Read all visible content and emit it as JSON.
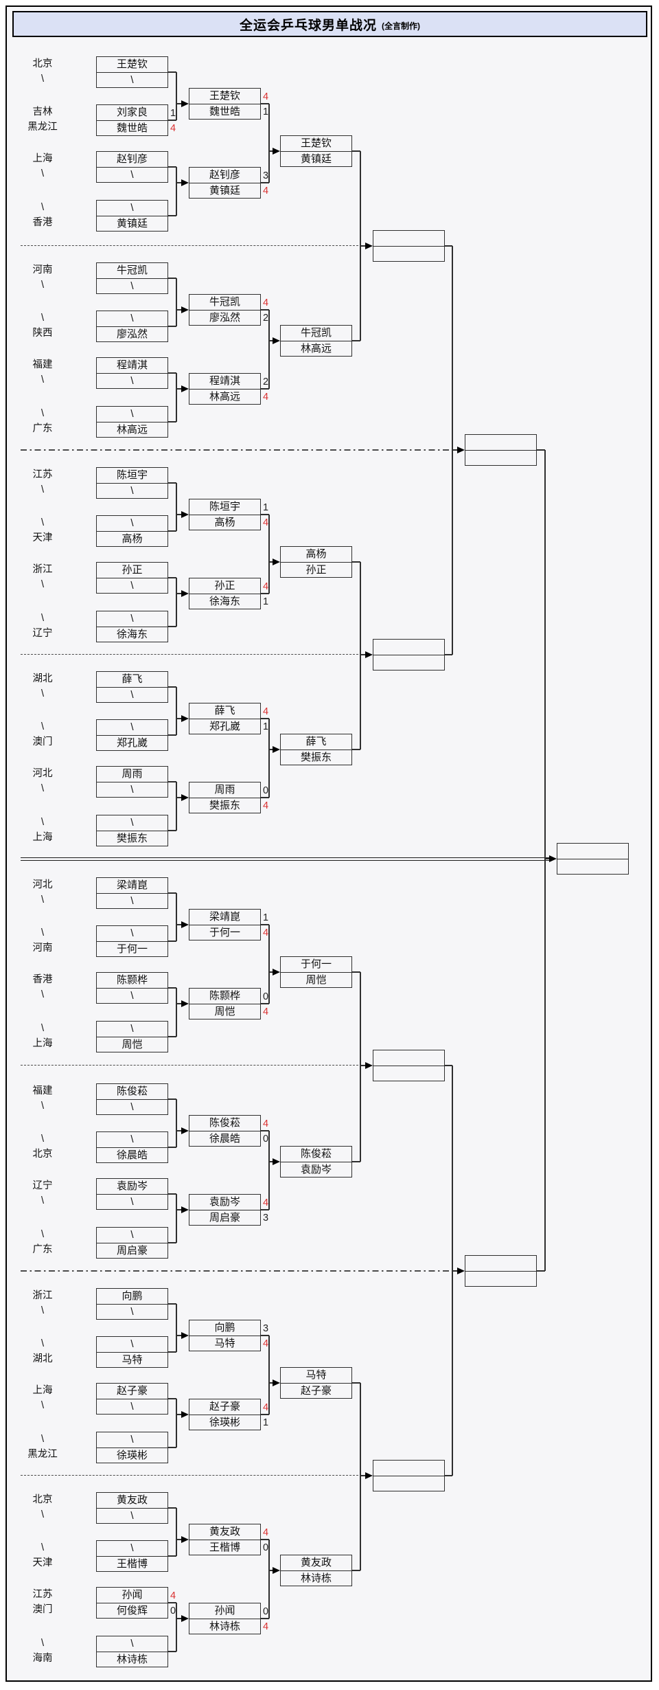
{
  "title": {
    "main": "全运会乒乓球男单战况",
    "credit": "(全言制作)"
  },
  "colors": {
    "win_score": "#d93030",
    "text": "#111111",
    "title_bg": "#dbe1f5",
    "line": "#2e2e2e"
  },
  "sections": [
    {
      "round1": [
        {
          "rows": [
            {
              "province": "北京",
              "name": "王楚钦"
            },
            {
              "province": "\\",
              "name": "\\"
            }
          ]
        },
        {
          "rows": [
            {
              "province": "吉林",
              "name": "刘家良",
              "score": "1"
            },
            {
              "province": "黑龙江",
              "name": "魏世皓",
              "score": "4"
            }
          ]
        },
        {
          "rows": [
            {
              "province": "上海",
              "name": "赵钊彦"
            },
            {
              "province": "\\",
              "name": "\\"
            }
          ]
        },
        {
          "rows": [
            {
              "province": "\\",
              "name": "\\"
            },
            {
              "province": "香港",
              "name": "黄镇廷"
            }
          ]
        }
      ],
      "round2": [
        {
          "rows": [
            {
              "name": "王楚钦",
              "score": "4"
            },
            {
              "name": "魏世皓",
              "score": "1"
            }
          ]
        },
        {
          "rows": [
            {
              "name": "赵钊彦",
              "score": "3"
            },
            {
              "name": "黄镇廷",
              "score": "4"
            }
          ]
        }
      ],
      "round3": {
        "rows": [
          {
            "name": "王楚钦"
          },
          {
            "name": "黄镇廷"
          }
        ]
      }
    },
    {
      "round1": [
        {
          "rows": [
            {
              "province": "河南",
              "name": "牛冠凯"
            },
            {
              "province": "\\",
              "name": "\\"
            }
          ]
        },
        {
          "rows": [
            {
              "province": "\\",
              "name": "\\"
            },
            {
              "province": "陕西",
              "name": "廖泓然"
            }
          ]
        },
        {
          "rows": [
            {
              "province": "福建",
              "name": "程靖淇"
            },
            {
              "province": "\\",
              "name": "\\"
            }
          ]
        },
        {
          "rows": [
            {
              "province": "\\",
              "name": "\\"
            },
            {
              "province": "广东",
              "name": "林高远"
            }
          ]
        }
      ],
      "round2": [
        {
          "rows": [
            {
              "name": "牛冠凯",
              "score": "4"
            },
            {
              "name": "廖泓然",
              "score": "2"
            }
          ]
        },
        {
          "rows": [
            {
              "name": "程靖淇",
              "score": "2"
            },
            {
              "name": "林高远",
              "score": "4"
            }
          ]
        }
      ],
      "round3": {
        "rows": [
          {
            "name": "牛冠凯"
          },
          {
            "name": "林高远"
          }
        ]
      }
    },
    {
      "round1": [
        {
          "rows": [
            {
              "province": "江苏",
              "name": "陈垣宇"
            },
            {
              "province": "\\",
              "name": "\\"
            }
          ]
        },
        {
          "rows": [
            {
              "province": "\\",
              "name": "\\"
            },
            {
              "province": "天津",
              "name": "高杨"
            }
          ]
        },
        {
          "rows": [
            {
              "province": "浙江",
              "name": "孙正"
            },
            {
              "province": "\\",
              "name": "\\"
            }
          ]
        },
        {
          "rows": [
            {
              "province": "\\",
              "name": "\\"
            },
            {
              "province": "辽宁",
              "name": "徐海东"
            }
          ]
        }
      ],
      "round2": [
        {
          "rows": [
            {
              "name": "陈垣宇",
              "score": "1"
            },
            {
              "name": "高杨",
              "score": "4"
            }
          ]
        },
        {
          "rows": [
            {
              "name": "孙正",
              "score": "4"
            },
            {
              "name": "徐海东",
              "score": "1"
            }
          ]
        }
      ],
      "round3": {
        "rows": [
          {
            "name": "高杨"
          },
          {
            "name": "孙正"
          }
        ]
      }
    },
    {
      "round1": [
        {
          "rows": [
            {
              "province": "湖北",
              "name": "薛飞"
            },
            {
              "province": "\\",
              "name": "\\"
            }
          ]
        },
        {
          "rows": [
            {
              "province": "\\",
              "name": "\\"
            },
            {
              "province": "澳门",
              "name": "郑孔崴"
            }
          ]
        },
        {
          "rows": [
            {
              "province": "河北",
              "name": "周雨"
            },
            {
              "province": "\\",
              "name": "\\"
            }
          ]
        },
        {
          "rows": [
            {
              "province": "\\",
              "name": "\\"
            },
            {
              "province": "上海",
              "name": "樊振东"
            }
          ]
        }
      ],
      "round2": [
        {
          "rows": [
            {
              "name": "薛飞",
              "score": "4"
            },
            {
              "name": "郑孔崴",
              "score": "1"
            }
          ]
        },
        {
          "rows": [
            {
              "name": "周雨",
              "score": "0"
            },
            {
              "name": "樊振东",
              "score": "4"
            }
          ]
        }
      ],
      "round3": {
        "rows": [
          {
            "name": "薛飞"
          },
          {
            "name": "樊振东"
          }
        ]
      }
    },
    {
      "round1": [
        {
          "rows": [
            {
              "province": "河北",
              "name": "梁靖崑"
            },
            {
              "province": "\\",
              "name": "\\"
            }
          ]
        },
        {
          "rows": [
            {
              "province": "\\",
              "name": "\\"
            },
            {
              "province": "河南",
              "name": "于何一"
            }
          ]
        },
        {
          "rows": [
            {
              "province": "香港",
              "name": "陈颢桦"
            },
            {
              "province": "\\",
              "name": "\\"
            }
          ]
        },
        {
          "rows": [
            {
              "province": "\\",
              "name": "\\"
            },
            {
              "province": "上海",
              "name": "周恺"
            }
          ]
        }
      ],
      "round2": [
        {
          "rows": [
            {
              "name": "梁靖崑",
              "score": "1"
            },
            {
              "name": "于何一",
              "score": "4"
            }
          ]
        },
        {
          "rows": [
            {
              "name": "陈颢桦",
              "score": "0"
            },
            {
              "name": "周恺",
              "score": "4"
            }
          ]
        }
      ],
      "round3": {
        "rows": [
          {
            "name": "于何一"
          },
          {
            "name": "周恺"
          }
        ]
      }
    },
    {
      "round1": [
        {
          "rows": [
            {
              "province": "福建",
              "name": "陈俊菘"
            },
            {
              "province": "\\",
              "name": "\\"
            }
          ]
        },
        {
          "rows": [
            {
              "province": "\\",
              "name": "\\"
            },
            {
              "province": "北京",
              "name": "徐晨皓"
            }
          ]
        },
        {
          "rows": [
            {
              "province": "辽宁",
              "name": "袁励岑"
            },
            {
              "province": "\\",
              "name": "\\"
            }
          ]
        },
        {
          "rows": [
            {
              "province": "\\",
              "name": "\\"
            },
            {
              "province": "广东",
              "name": "周启豪"
            }
          ]
        }
      ],
      "round2": [
        {
          "rows": [
            {
              "name": "陈俊菘",
              "score": "4"
            },
            {
              "name": "徐晨皓",
              "score": "0"
            }
          ]
        },
        {
          "rows": [
            {
              "name": "袁励岑",
              "score": "4"
            },
            {
              "name": "周启豪",
              "score": "3"
            }
          ]
        }
      ],
      "round3": {
        "rows": [
          {
            "name": "陈俊菘"
          },
          {
            "name": "袁励岑"
          }
        ]
      }
    },
    {
      "round1": [
        {
          "rows": [
            {
              "province": "浙江",
              "name": "向鹏"
            },
            {
              "province": "\\",
              "name": "\\"
            }
          ]
        },
        {
          "rows": [
            {
              "province": "\\",
              "name": "\\"
            },
            {
              "province": "湖北",
              "name": "马特"
            }
          ]
        },
        {
          "rows": [
            {
              "province": "上海",
              "name": "赵子豪"
            },
            {
              "province": "\\",
              "name": "\\"
            }
          ]
        },
        {
          "rows": [
            {
              "province": "\\",
              "name": "\\"
            },
            {
              "province": "黑龙江",
              "name": "徐瑛彬"
            }
          ]
        }
      ],
      "round2": [
        {
          "rows": [
            {
              "name": "向鹏",
              "score": "3"
            },
            {
              "name": "马特",
              "score": "4"
            }
          ]
        },
        {
          "rows": [
            {
              "name": "赵子豪",
              "score": "4"
            },
            {
              "name": "徐瑛彬",
              "score": "1"
            }
          ]
        }
      ],
      "round3": {
        "rows": [
          {
            "name": "马特"
          },
          {
            "name": "赵子豪"
          }
        ]
      }
    },
    {
      "round1": [
        {
          "rows": [
            {
              "province": "北京",
              "name": "黄友政"
            },
            {
              "province": "\\",
              "name": "\\"
            }
          ]
        },
        {
          "rows": [
            {
              "province": "\\",
              "name": "\\"
            },
            {
              "province": "天津",
              "name": "王楷博"
            }
          ]
        },
        {
          "rows": [
            {
              "province": "江苏",
              "name": "孙闻",
              "score": "4"
            },
            {
              "province": "澳门",
              "name": "何俊辉",
              "score": "0"
            }
          ]
        },
        {
          "rows": [
            {
              "province": "\\",
              "name": "\\"
            },
            {
              "province": "海南",
              "name": "林诗栋"
            }
          ]
        }
      ],
      "round2": [
        {
          "rows": [
            {
              "name": "黄友政",
              "score": "4"
            },
            {
              "name": "王楷博",
              "score": "0"
            }
          ]
        },
        {
          "rows": [
            {
              "name": "孙闻",
              "score": "0"
            },
            {
              "name": "林诗栋",
              "score": "4"
            }
          ]
        }
      ],
      "round3": {
        "rows": [
          {
            "name": "黄友政"
          },
          {
            "name": "林诗栋"
          }
        ]
      }
    }
  ],
  "later_rounds": {
    "quarterfinal_boxes": [
      {
        "rows": [
          {
            "name": ""
          },
          {
            "name": ""
          }
        ]
      },
      {
        "rows": [
          {
            "name": ""
          },
          {
            "name": ""
          }
        ]
      },
      {
        "rows": [
          {
            "name": ""
          },
          {
            "name": ""
          }
        ]
      },
      {
        "rows": [
          {
            "name": ""
          },
          {
            "name": ""
          }
        ]
      }
    ],
    "semifinal_boxes": [
      {
        "rows": [
          {
            "name": ""
          },
          {
            "name": ""
          }
        ]
      },
      {
        "rows": [
          {
            "name": ""
          },
          {
            "name": ""
          }
        ]
      }
    ],
    "final_box": {
      "rows": [
        {
          "name": ""
        },
        {
          "name": ""
        }
      ]
    }
  }
}
